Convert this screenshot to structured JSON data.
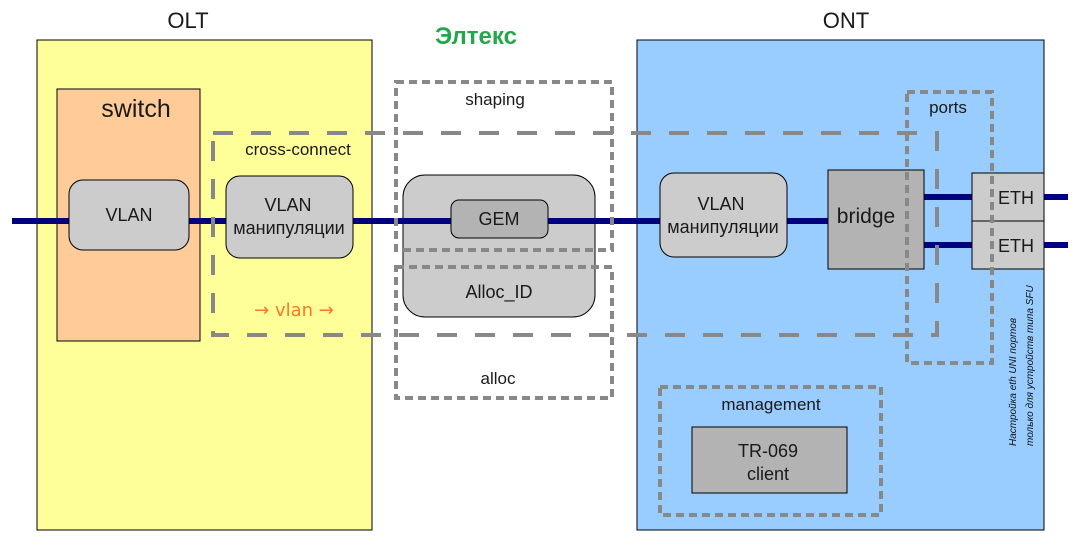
{
  "title_olt": "OLT",
  "title_ont": "ONT",
  "brand": "Элтекс",
  "olt": {
    "switch_label": "switch",
    "vlan_label": "VLAN",
    "cross_connect_label": "cross-connect",
    "vlan_manip_line1": "VLAN",
    "vlan_manip_line2": "манипуляции",
    "flow_label": "→ vlan →"
  },
  "center": {
    "shaping_label": "shaping",
    "gem_label": "GEM",
    "alloc_id_label": "Alloc_ID",
    "alloc_label": "alloc"
  },
  "ont": {
    "vlan_manip_line1": "VLAN",
    "vlan_manip_line2": "манипуляции",
    "bridge_label": "bridge",
    "ports_label": "ports",
    "eth1_label": "ETH",
    "eth2_label": "ETH",
    "management_label": "management",
    "tr069_line1": "TR-069",
    "tr069_line2": "client",
    "note_line1": "Настройка eth UNI портов",
    "note_line2": "только для устройств типа SFU"
  },
  "colors": {
    "olt_bg": "#ffff99",
    "switch_bg": "#ffcc99",
    "ont_bg": "#99ccff",
    "block_bg": "#cccccc",
    "dark_block_bg": "#b3b3b3",
    "link": "#000080",
    "dash": "#888888",
    "brand": "#22a84a",
    "flow": "#ff7722"
  }
}
